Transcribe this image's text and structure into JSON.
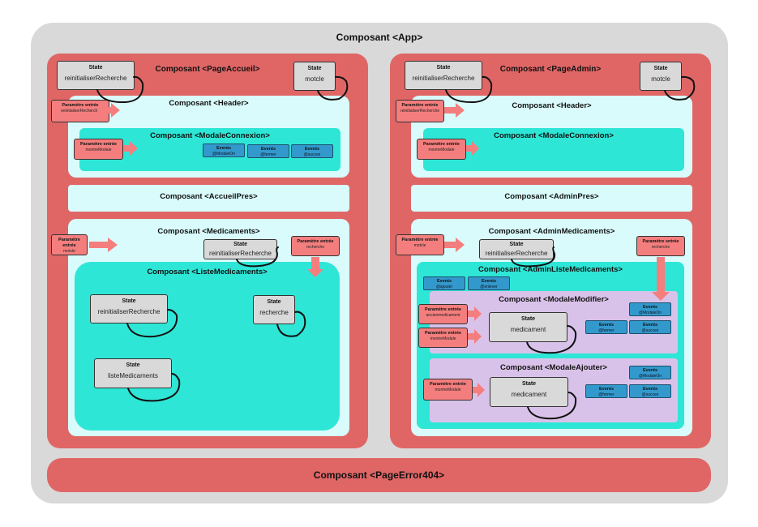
{
  "app": {
    "title": "Composant <App>"
  },
  "accueil": {
    "title": "Composant <PageAccueil>",
    "state_left": {
      "label": "State",
      "value": "reinitialiserRecherche"
    },
    "state_right": {
      "label": "State",
      "value": "motcle"
    },
    "param_header": {
      "label": "Paramètre entrée",
      "value": "reinitialiserRecherche"
    },
    "header": {
      "title": "Composant <Header>",
      "modale": {
        "title": "Composant <ModaleConnexion>",
        "param": {
          "label": "Paramètre entrée",
          "value": "montreModale"
        },
        "events": [
          {
            "label": "Events",
            "value": "@ModaleOn"
          },
          {
            "label": "Events",
            "value": "@fermer"
          },
          {
            "label": "Events",
            "value": "@succes"
          }
        ]
      }
    },
    "pres": {
      "title": "Composant <AccueilPres>"
    },
    "medicaments": {
      "title": "Composant <Medicaments>",
      "param_left": {
        "label": "Paramètre entrée",
        "value": "motcle"
      },
      "state": {
        "label": "State",
        "value": "reinitialiserRecherche"
      },
      "param_right": {
        "label": "Paramètre entrée",
        "value": "recherche"
      },
      "liste": {
        "title": "Composant <ListeMedicaments>",
        "state_a": {
          "label": "State",
          "value": "reinitialiserRecherche"
        },
        "state_b": {
          "label": "State",
          "value": "recherche"
        },
        "state_c": {
          "label": "State",
          "value": "listeMedicaments"
        }
      }
    }
  },
  "admin": {
    "title": "Composant <PageAdmin>",
    "state_left": {
      "label": "State",
      "value": "reinitialiserRecherche"
    },
    "state_right": {
      "label": "State",
      "value": "motcle"
    },
    "param_header": {
      "label": "Paramètre entrée",
      "value": "reinitialiserRecherche"
    },
    "header": {
      "title": "Composant <Header>",
      "modale": {
        "title": "Composant <ModaleConnexion>",
        "param": {
          "label": "Paramètre entrée",
          "value": "montreModale"
        }
      }
    },
    "pres": {
      "title": "Composant <AdminPres>"
    },
    "medicaments": {
      "title": "Composant <AdminMedicaments>",
      "param_left": {
        "label": "Paramètre entrée",
        "value": "motcle"
      },
      "state": {
        "label": "State",
        "value": "reinitialiserRecherche"
      },
      "param_right": {
        "label": "Paramètre entrée",
        "value": "recherche"
      },
      "liste": {
        "title": "Composant <AdminListeMedicaments>",
        "events": [
          {
            "label": "Events",
            "value": "@ajouter"
          },
          {
            "label": "Events",
            "value": "@enlever"
          }
        ],
        "modifier": {
          "title": "Composant <ModaleModifier>",
          "param_a": {
            "label": "Paramètre entrée",
            "value": "ancienmedicament"
          },
          "param_b": {
            "label": "Paramètre entrée",
            "value": "montreModale"
          },
          "state": {
            "label": "State",
            "value": "medicament"
          },
          "events": [
            {
              "label": "Events",
              "value": "@ModaleOn"
            },
            {
              "label": "Events",
              "value": "@fermer"
            },
            {
              "label": "Events",
              "value": "@succes"
            }
          ]
        },
        "ajouter": {
          "title": "Composant <ModaleAjouter>",
          "param": {
            "label": "Paramètre entrée",
            "value": "montreModale"
          },
          "state": {
            "label": "State",
            "value": "medicament"
          },
          "events": [
            {
              "label": "Events",
              "value": "@ModaleOn"
            },
            {
              "label": "Events",
              "value": "@fermer"
            },
            {
              "label": "Events",
              "value": "@succes"
            }
          ]
        }
      }
    }
  },
  "error": {
    "title": "Composant <PageError404>"
  },
  "colors": {
    "app": "#d9d9d9",
    "page": "#e06666",
    "header": "#d9fbfb",
    "component": "#2ee6d6",
    "modal": "#d9c2e9",
    "param": "#f47e7e",
    "event": "#3399cc",
    "state": "#d9d9d9"
  }
}
